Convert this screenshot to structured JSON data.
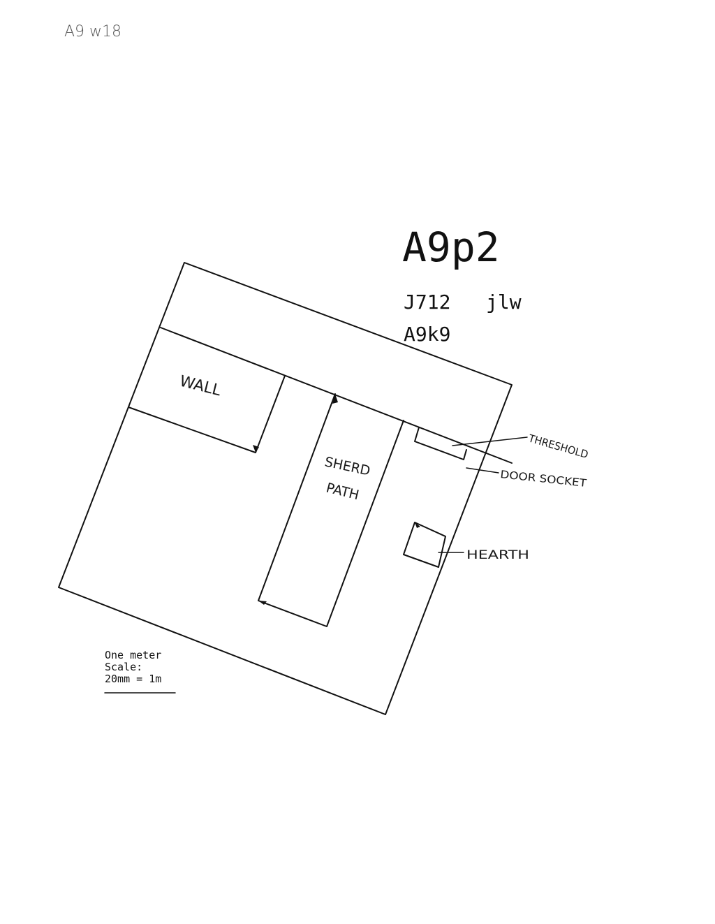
{
  "corner_note": "A9 w18",
  "title_block": {
    "plan_id": "A9p2",
    "code_line": "J712   jlw",
    "unit_id": "A9k9"
  },
  "labels": {
    "wall": "WALL",
    "shed_path_line1": "SHERD",
    "shed_path_line2": "PATH",
    "threshold": "THRESHOLD",
    "door_socket": "DOOR SOCKET",
    "hearth": "HEARTH"
  },
  "scale": {
    "line1": "One meter",
    "line2": "Scale:",
    "line3": "20mm = 1m"
  },
  "colors": {
    "ink": "#111111",
    "pencil": "#555555",
    "paper": "#ffffff"
  }
}
